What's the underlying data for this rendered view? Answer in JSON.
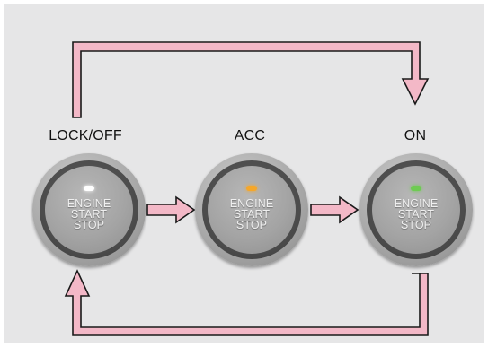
{
  "diagram": {
    "states": [
      {
        "label": "LOCK/OFF",
        "button_text": [
          "ENGINE",
          "START",
          "STOP"
        ],
        "indicator_color": "#ffffff"
      },
      {
        "label": "ACC",
        "button_text": [
          "ENGINE",
          "START",
          "STOP"
        ],
        "indicator_color": "#f5a72a"
      },
      {
        "label": "ON",
        "button_text": [
          "ENGINE",
          "START",
          "STOP"
        ],
        "indicator_color": "#6ecb52"
      }
    ],
    "colors": {
      "background": "#e6e6e7",
      "arrow_fill": "#f3b8c7",
      "arrow_stroke": "#1a1a1a"
    }
  }
}
